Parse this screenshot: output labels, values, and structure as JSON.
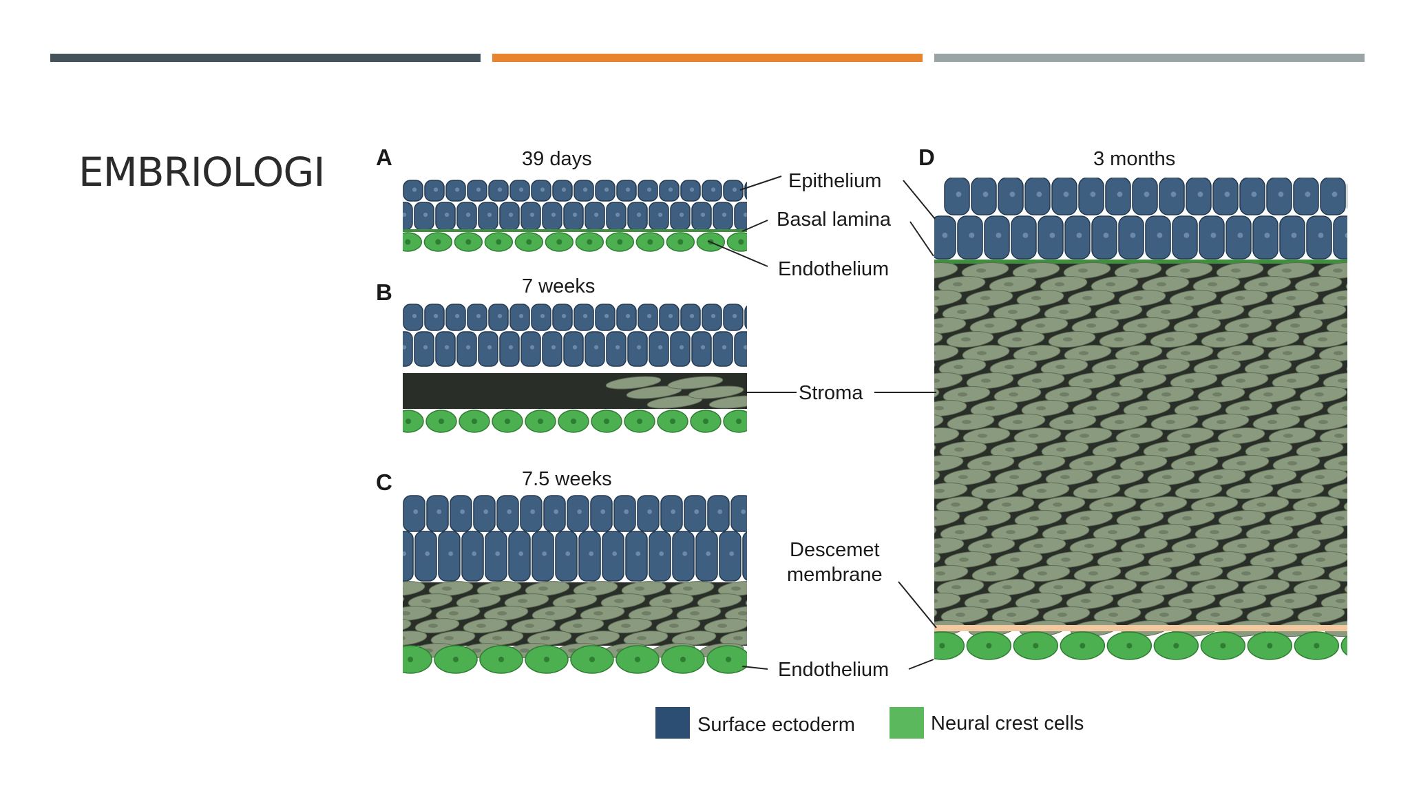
{
  "slide": {
    "title": "EMBRIOLOGI",
    "bar_colors": [
      "#44525c",
      "#e8832e",
      "#9aa3a5"
    ]
  },
  "panels": [
    {
      "letter": "A",
      "stage": "39 days"
    },
    {
      "letter": "B",
      "stage": "7 weeks"
    },
    {
      "letter": "C",
      "stage": "7.5 weeks"
    },
    {
      "letter": "D",
      "stage": "3 months"
    }
  ],
  "labels": {
    "epithelium": "Epithelium",
    "basal_lamina": "Basal lamina",
    "endothelium_top": "Endothelium",
    "stroma": "Stroma",
    "descemet_line1": "Descemet",
    "descemet_line2": "membrane",
    "endothelium_bottom": "Endothelium"
  },
  "legend": [
    {
      "label": "Surface ectoderm",
      "color": "#2c4e73"
    },
    {
      "label": "Neural crest cells",
      "color": "#5cb85c"
    }
  ],
  "colors": {
    "ectoderm_cell": "#3e5f80",
    "ectoderm_dark": "#23384f",
    "endothelium_cell": "#4caf50",
    "stroma_cell": "#8a9a7e",
    "stroma_bg": "#2a2e29",
    "descemet": "#f2c9a0"
  }
}
